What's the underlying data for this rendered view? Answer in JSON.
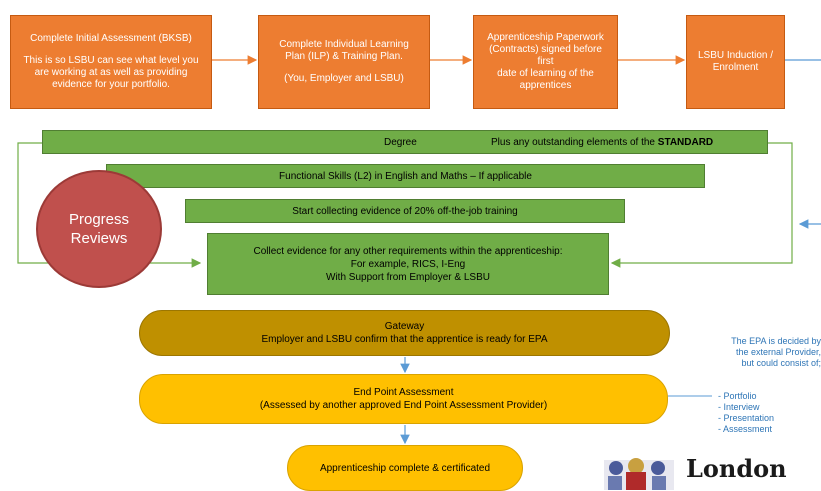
{
  "boxes": {
    "assessment": {
      "title": "Complete Initial Assessment (BKSB)",
      "body": "This is so LSBU can see what level you are working at as well as providing evidence for your portfolio."
    },
    "ilp": {
      "line1": "Complete Individual Learning",
      "line2": "Plan (ILP) & Training Plan.",
      "line3": "(You, Employer and LSBU)"
    },
    "paperwork": {
      "line1": "Apprenticeship Paperwork",
      "line2": "(Contracts) signed before first",
      "line3": "date of learning of the",
      "line4": "apprentices"
    },
    "induction": {
      "line1": "LSBU Induction /",
      "line2": "Enrolment"
    }
  },
  "bars": {
    "degree": {
      "label": "Degree",
      "extra": "Plus any outstanding elements of the",
      "extra_bold": "STANDARD"
    },
    "functional": "Functional Skills (L2) in English and Maths – If applicable",
    "otj": "Start collecting evidence of 20% off-the-job training",
    "evidence": {
      "line1": "Collect evidence for any other requirements within the apprenticeship:",
      "line2": "For example, RICS, I-Eng",
      "line3": "With Support from Employer & LSBU"
    }
  },
  "progress": {
    "line1": "Progress",
    "line2": "Reviews"
  },
  "gateway": {
    "title": "Gateway",
    "body": "Employer and LSBU confirm that the apprentice is ready for EPA"
  },
  "epa": {
    "title": "End Point Assessment",
    "body": "(Assessed by another approved End Point Assessment Provider)"
  },
  "complete": "Apprenticeship complete & certificated",
  "epa_note": {
    "line1": "The EPA is decided by",
    "line2": "the external Provider,",
    "line3": "but could consist of;",
    "items": [
      "- Portfolio",
      "- Interview",
      "- Presentation",
      "- Assessment"
    ]
  },
  "logo": {
    "text": "London"
  },
  "colors": {
    "orange": "#ed7d31",
    "green": "#70ad47",
    "red": "#c0504d",
    "gold": "#bf9000",
    "yellow": "#ffc000",
    "blue_note": "#2e75b6"
  }
}
